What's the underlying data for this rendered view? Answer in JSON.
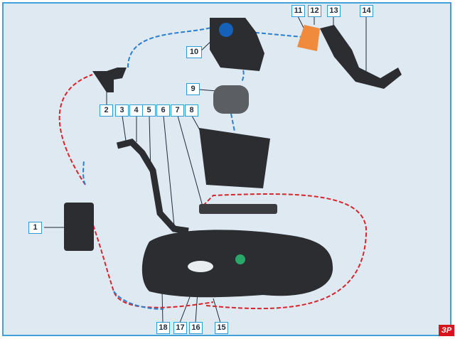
{
  "callouts": [
    "1",
    "2",
    "3",
    "4",
    "5",
    "6",
    "7",
    "8",
    "9",
    "10",
    "11",
    "12",
    "13",
    "14",
    "15",
    "16",
    "17",
    "18"
  ],
  "logo": "ЗР",
  "colors": {
    "background": "#dfe9f2",
    "border": "#3fa2d8",
    "dash_blue": "#2a7fd0",
    "dash_red": "#d8242c",
    "part": "#2b2d30",
    "filter": "#f08a3c"
  }
}
